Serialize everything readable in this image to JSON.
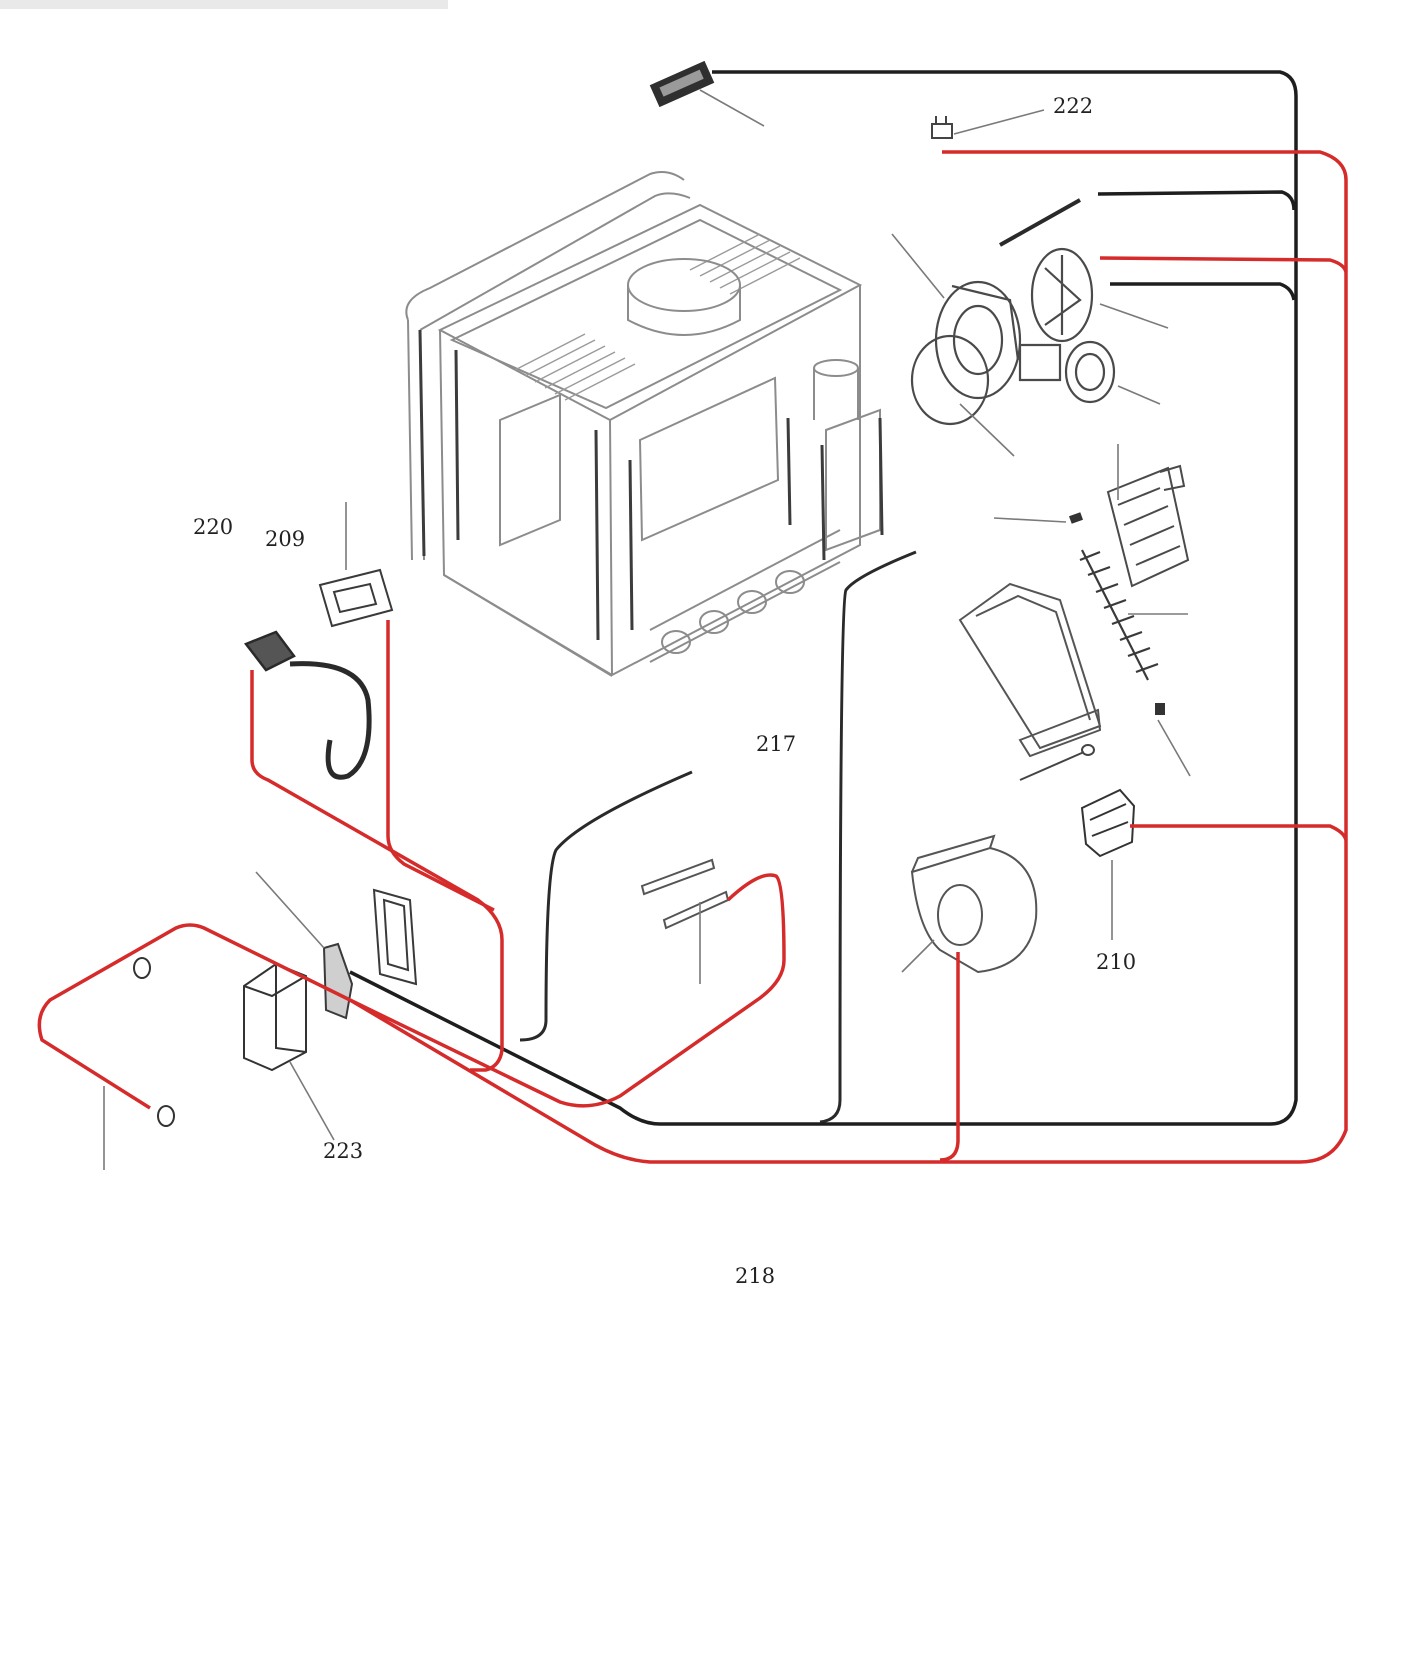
{
  "labels": {
    "l222": "222",
    "l220": "220",
    "l209": "209",
    "l217": "217",
    "l210": "210",
    "l223": "223",
    "l218": "218"
  },
  "colors": {
    "wire_red": "#d52b2b",
    "wire_black": "#1e1e1e",
    "line_grey": "#7a7a7a",
    "part_outline": "#8c8c8c"
  }
}
